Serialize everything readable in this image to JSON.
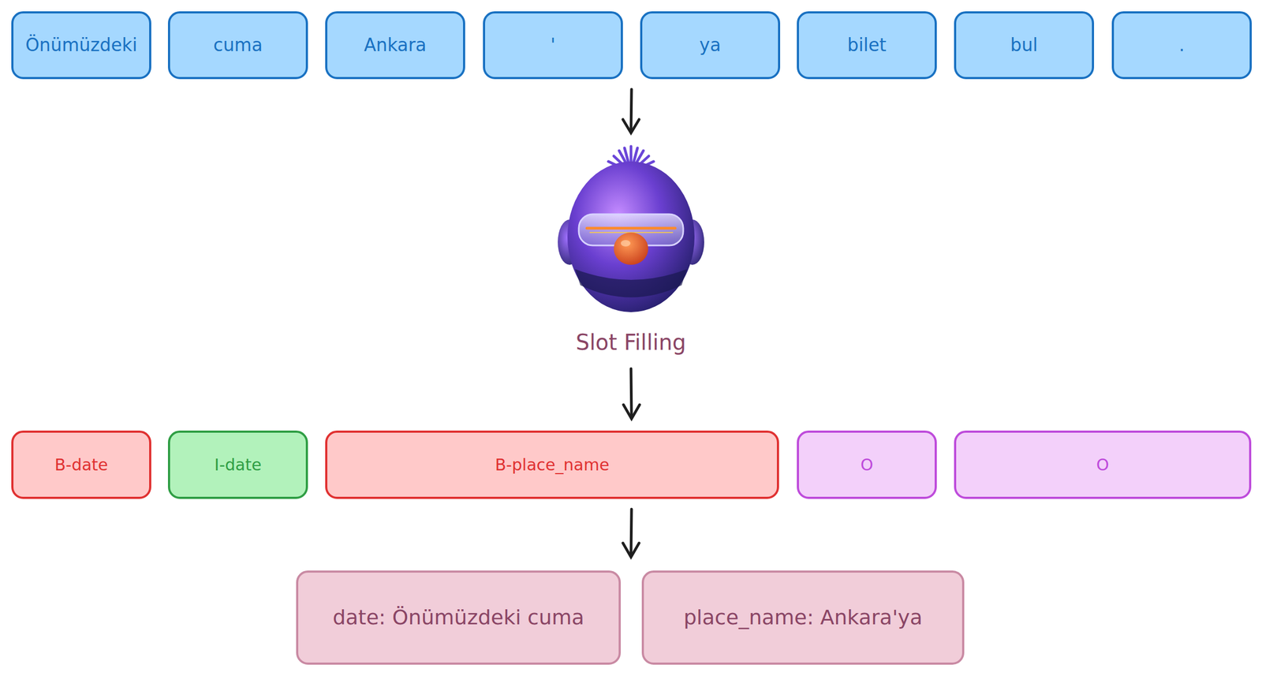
{
  "diagram": {
    "nodes": [
      {
        "text": [
          "Önümüzdeki"
        ]
      },
      {
        "text": [
          "cuma"
        ]
      },
      {
        "text": [
          "Ankara"
        ]
      },
      {
        "text": [
          "'"
        ]
      },
      {
        "text": [
          "ya"
        ]
      },
      {
        "text": [
          "bilet"
        ]
      },
      {
        "text": [
          "bul"
        ]
      },
      {
        "text": [
          "."
        ]
      },
      {
        "text": [
          "B-date"
        ]
      },
      {
        "text": [
          "I-date"
        ]
      },
      {
        "text": [
          "B-place_name"
        ]
      },
      {
        "text": [
          "O"
        ]
      },
      {
        "text": [
          "O"
        ]
      },
      {
        "text": [
          "date: Önümüzdeki cuma"
        ]
      },
      {
        "text": [
          "place_name: Ankara'ya"
        ]
      }
    ],
    "labels": [
      "Slot Filling"
    ]
  }
}
